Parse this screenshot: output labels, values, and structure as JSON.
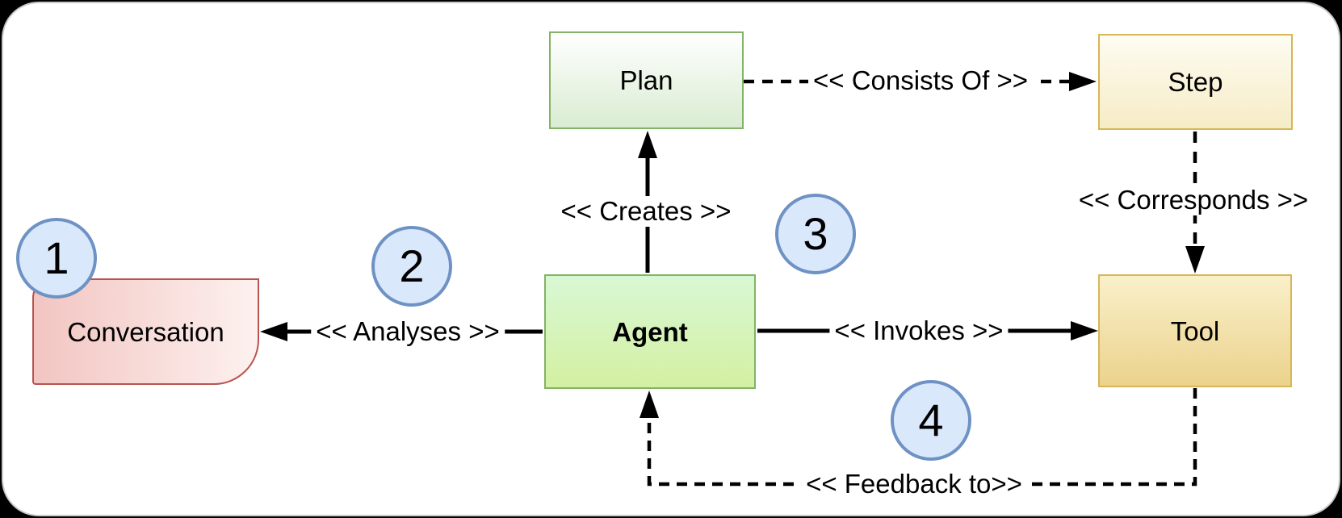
{
  "canvas": {
    "background": "#ffffff",
    "outer_background": "#000000",
    "frame_border": "#c9c9c9"
  },
  "nodes": [
    {
      "id": "plan",
      "label": "Plan",
      "fill_top": "#ffffff",
      "fill_bottom": "#d9ecd2",
      "border": "#82b366"
    },
    {
      "id": "step",
      "label": "Step",
      "fill_top": "#fefcf2",
      "fill_bottom": "#f6ecc6",
      "border": "#d6b656"
    },
    {
      "id": "agent",
      "label": "Agent",
      "bold": true,
      "fill_top": "#d8f8d4",
      "fill_bottom": "#d4f0a2",
      "border": "#82b366"
    },
    {
      "id": "tool",
      "label": "Tool",
      "fill_top": "#f9f0ca",
      "fill_bottom": "#ecd28c",
      "border": "#d6b656"
    },
    {
      "id": "conversation",
      "label": "Conversation",
      "fill_left": "#f2c5c1",
      "fill_right": "#fdf1ef",
      "border": "#b85450"
    }
  ],
  "edges": [
    {
      "id": "creates",
      "label": "<< Creates >>",
      "from": "agent",
      "to": "plan",
      "style": "solid"
    },
    {
      "id": "analyses",
      "label": "<< Analyses >>",
      "from": "agent",
      "to": "conversation",
      "style": "solid"
    },
    {
      "id": "invokes",
      "label": "<< Invokes >>",
      "from": "agent",
      "to": "tool",
      "style": "solid"
    },
    {
      "id": "consists_of",
      "label": "<< Consists Of >>",
      "from": "plan",
      "to": "step",
      "style": "dashed"
    },
    {
      "id": "corresponds",
      "label": "<< Corresponds >>",
      "from": "step",
      "to": "tool",
      "style": "dashed"
    },
    {
      "id": "feedback",
      "label": "<< Feedback to>>",
      "from": "tool",
      "to": "agent",
      "style": "dashed"
    }
  ],
  "badges": [
    {
      "label": "1"
    },
    {
      "label": "2"
    },
    {
      "label": "3"
    },
    {
      "label": "4"
    }
  ],
  "badge_colors": {
    "fill": "#dae8fc",
    "border": "#6f92c4"
  },
  "line_color": "#000000"
}
